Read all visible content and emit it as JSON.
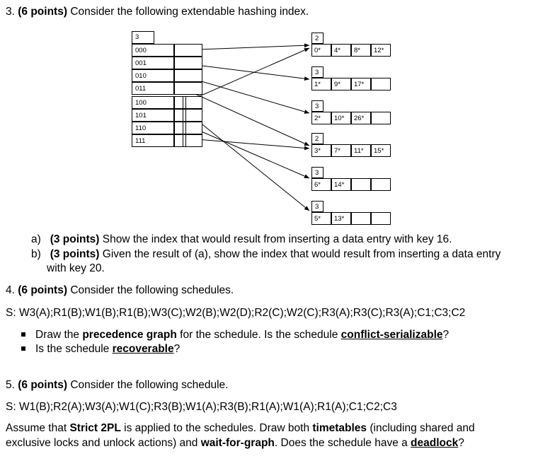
{
  "q3": {
    "number": "3.",
    "points": "(6 points)",
    "text": "Consider the following extendable hashing index.",
    "global_depth": "3",
    "directory": [
      "000",
      "001",
      "010",
      "011",
      "100",
      "101",
      "110",
      "111"
    ],
    "buckets": [
      {
        "local_depth": "2",
        "entries": [
          "0*",
          "4*",
          "8*",
          "12*"
        ]
      },
      {
        "local_depth": "3",
        "entries": [
          "1*",
          "9*",
          "17*",
          ""
        ]
      },
      {
        "local_depth": "3",
        "entries": [
          "2*",
          "10*",
          "26*",
          ""
        ]
      },
      {
        "local_depth": "2",
        "entries": [
          "3*",
          "7*",
          "11*",
          "15*"
        ]
      },
      {
        "local_depth": "3",
        "entries": [
          "6*",
          "14*",
          "",
          ""
        ]
      },
      {
        "local_depth": "3",
        "entries": [
          "5*",
          "13*",
          "",
          ""
        ]
      }
    ],
    "a": {
      "label": "a)",
      "points": "(3 points)",
      "text": "Show the index that would result from inserting a data entry with key 16."
    },
    "b": {
      "label": "b)",
      "points": "(3 points)",
      "text1": "Given the result of (a), show the index that would result from inserting a data entry",
      "text2": "with key 20."
    }
  },
  "q4": {
    "number": "4.",
    "points": "(6 points)",
    "text": "Consider the following schedules.",
    "schedule": "S: W3(A);R1(B);W1(B);R1(B);W3(C);W2(B);W2(D);R2(C);W2(C);R3(A);R3(C);R3(A);C1;C3;C2",
    "bullet1_pre": "Draw the ",
    "bullet1_bold": "precedence graph",
    "bullet1_mid": " for the schedule. Is the schedule ",
    "bullet1_ul": "conflict-serializable",
    "bullet1_end": "?",
    "bullet2_pre": "Is the schedule ",
    "bullet2_ul": "recoverable",
    "bullet2_end": "?"
  },
  "q5": {
    "number": "5.",
    "points": "(6 points)",
    "text": "Consider the following schedule.",
    "schedule": "S: W1(B);R2(A);W3(A);W1(C);R3(B);W1(A);R3(B);R1(A);W1(A);R1(A);C1;C2;C3",
    "p1": "Assume that ",
    "p2": "Strict 2PL",
    "p3": " is applied to the schedules. Draw both ",
    "p4": "timetables",
    "p5": " (including shared and",
    "p6": "exclusive locks and unlock actions) and ",
    "p7": "wait-for-graph",
    "p8": ". Does the schedule have a ",
    "p9": "deadlock",
    "p10": "?"
  }
}
